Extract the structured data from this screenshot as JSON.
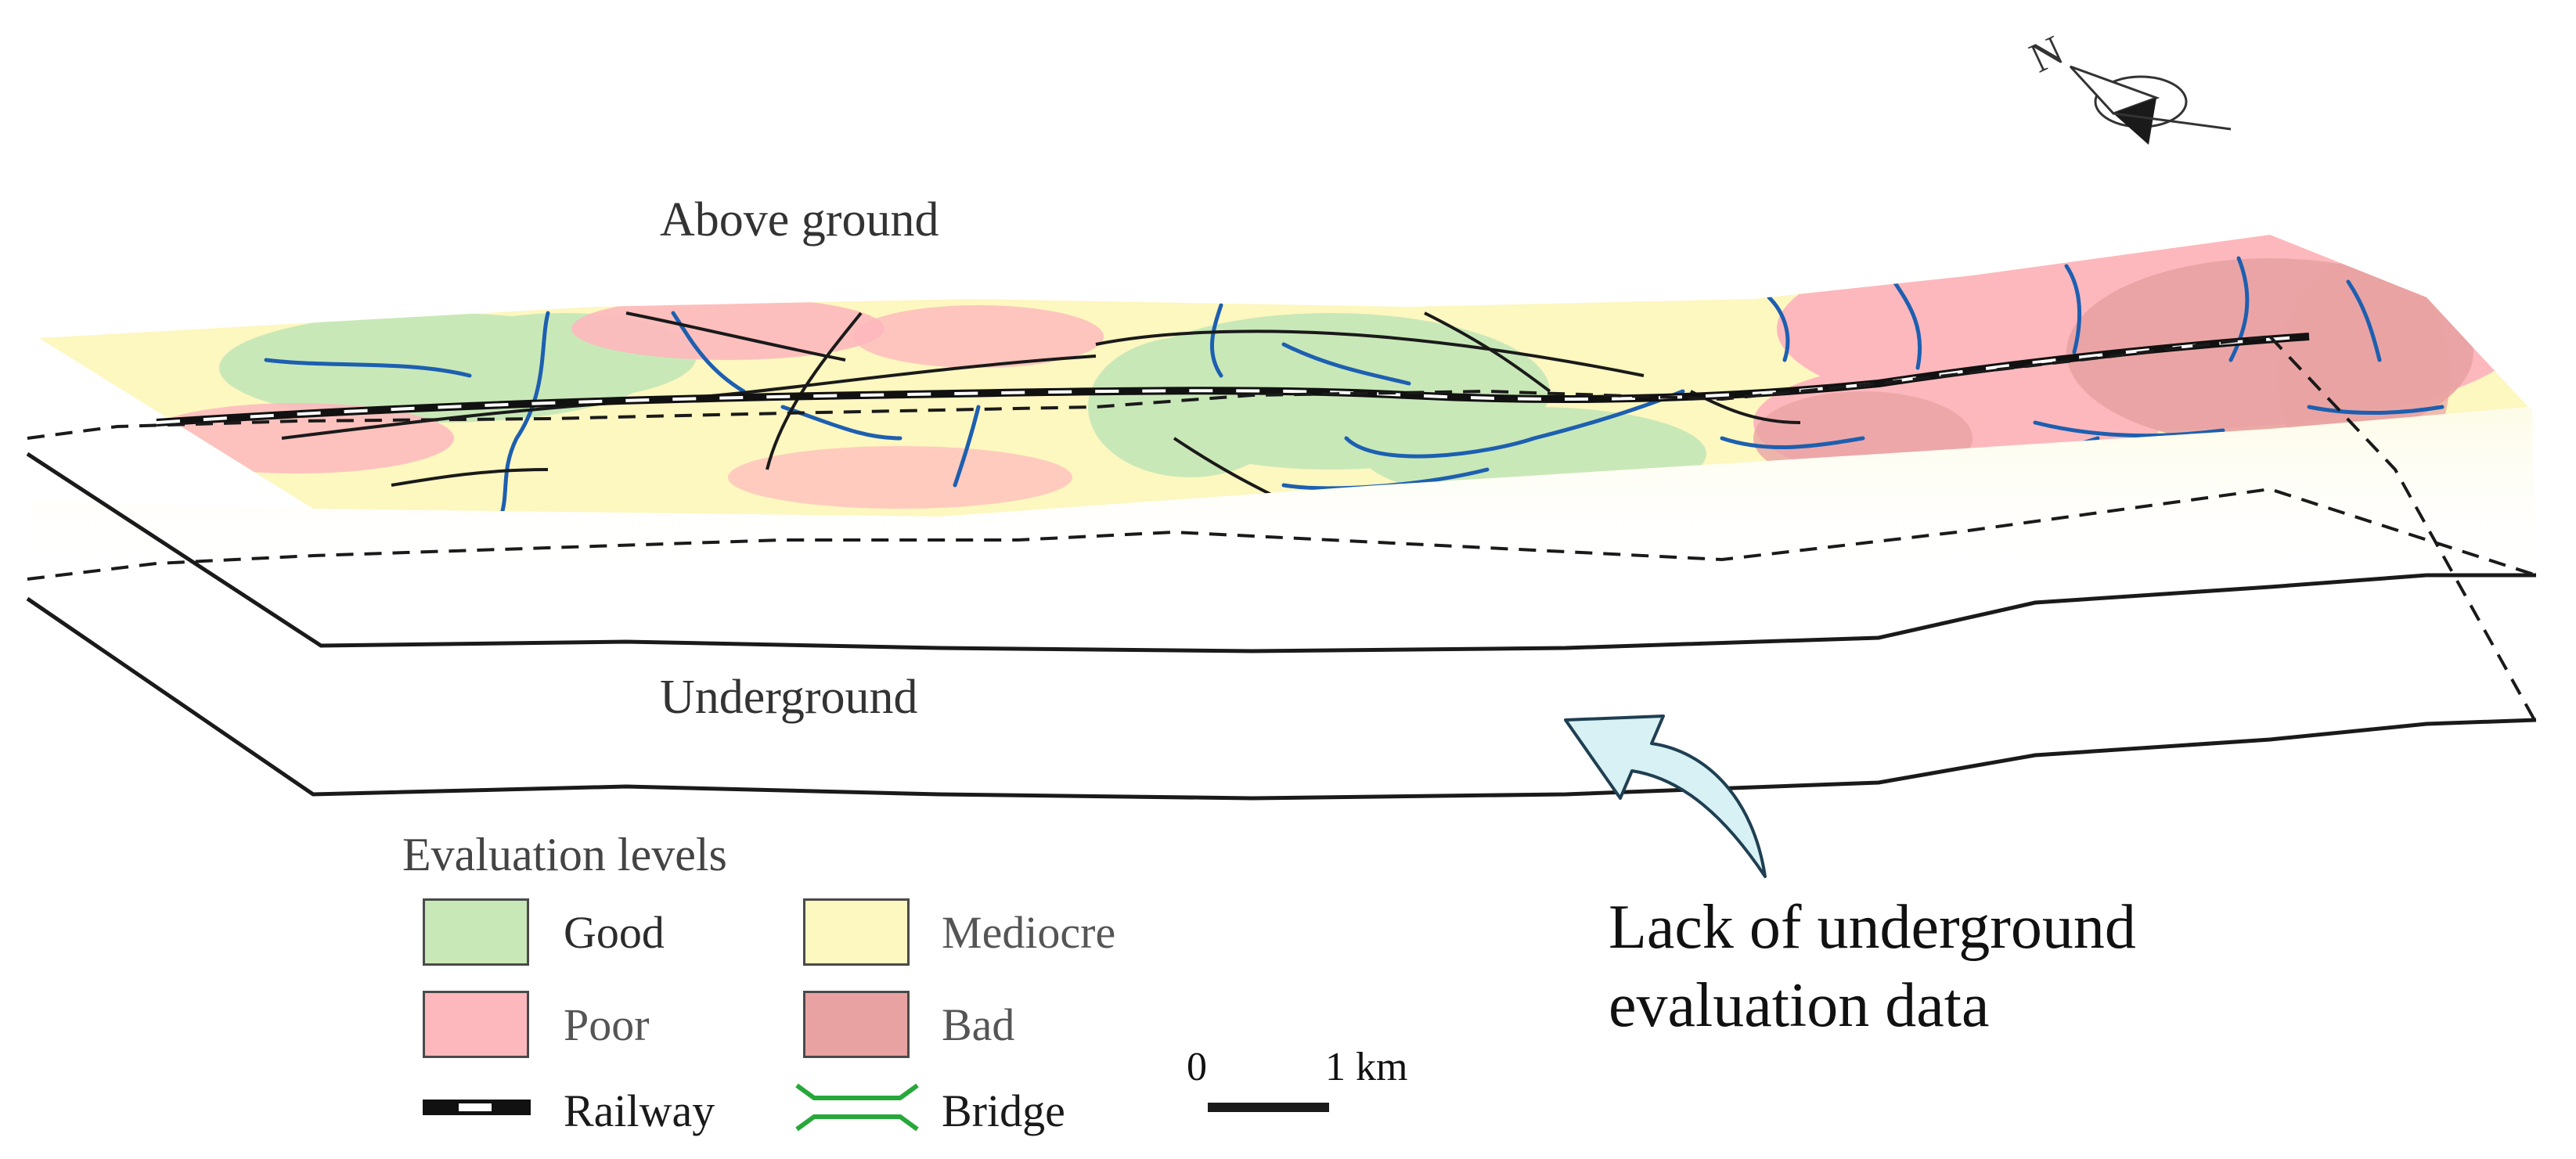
{
  "labels": {
    "above_ground": "Above ground",
    "underground": "Underground",
    "annotation": [
      "Lack of underground",
      "evaluation data"
    ]
  },
  "north_arrow": {
    "letter": "N",
    "icon": "north-arrow-icon"
  },
  "legend": {
    "title": "Evaluation levels",
    "levels": [
      {
        "label": "Good",
        "color": "#c9e8b8"
      },
      {
        "label": "Mediocre",
        "color": "#fdf7c0"
      },
      {
        "label": "Poor",
        "color": "#fdb8bd"
      },
      {
        "label": "Bad",
        "color": "#e9a2a2"
      }
    ],
    "railway": "Railway",
    "bridge": "Bridge",
    "bridge_color": "#27a83a"
  },
  "scale_bar": {
    "start": "0",
    "end": "1 km"
  },
  "colors": {
    "river": "#1d5fb0",
    "road": "#1a1a1a",
    "annotation_arrow_fill": "#d7f1f4",
    "annotation_arrow_stroke": "#1f3f52"
  }
}
